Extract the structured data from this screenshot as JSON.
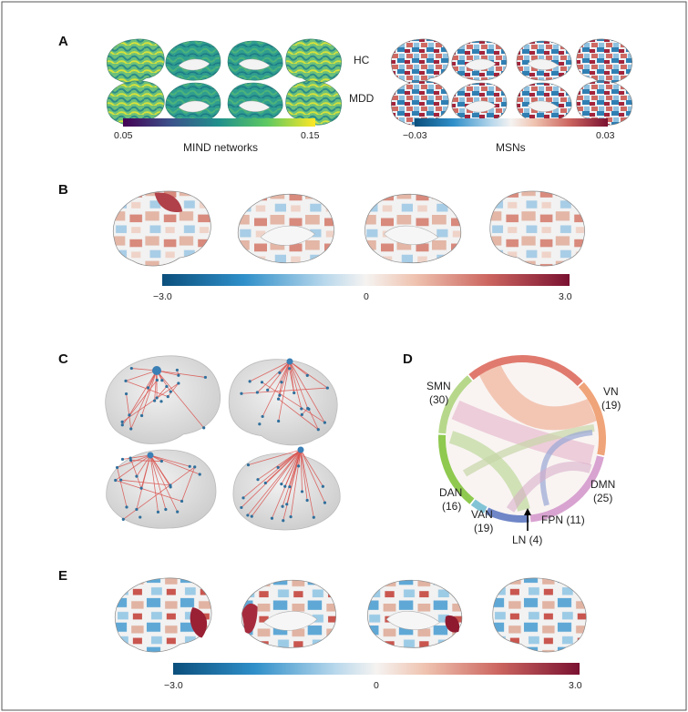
{
  "panels": {
    "A": {
      "letter": "A",
      "row_labels": [
        "HC",
        "MDD"
      ],
      "mind_colorbar": {
        "min": "0.05",
        "max": "0.15",
        "title": "MIND networks"
      },
      "msn_colorbar": {
        "min": "−0.03",
        "max": "0.03",
        "title": "MSNs"
      }
    },
    "B": {
      "letter": "B",
      "colorbar": {
        "min": "−3.0",
        "mid": "0",
        "max": "3.0"
      }
    },
    "C": {
      "letter": "C"
    },
    "D": {
      "letter": "D",
      "networks": [
        {
          "name": "SMN",
          "count": "(30)",
          "color": "#e07a6e"
        },
        {
          "name": "VN",
          "count": "(19)",
          "color": "#f0a479"
        },
        {
          "name": "DMN",
          "count": "(25)",
          "color": "#d8a3d0"
        },
        {
          "name": "FPN (11)",
          "count": "",
          "color": "#6f86c7"
        },
        {
          "name": "LN (4)",
          "count": "",
          "color": "#82c4d6"
        },
        {
          "name": "VAN",
          "count": "(19)",
          "color": "#8fc94f"
        },
        {
          "name": "DAN",
          "count": "(16)",
          "color": "#b7d88b"
        }
      ]
    },
    "E": {
      "letter": "E",
      "colorbar": {
        "min": "−3.0",
        "mid": "0",
        "max": "3.0"
      }
    }
  },
  "colors": {
    "viridis": [
      "#440154",
      "#3b528b",
      "#21918c",
      "#5ec962",
      "#fde725"
    ],
    "diverging": [
      "#0b5a8a",
      "#3a9ad0",
      "#cfe3f0",
      "#f4f1ee",
      "#f1c6b4",
      "#c8544f",
      "#7a1131"
    ],
    "frame": "#555555"
  }
}
